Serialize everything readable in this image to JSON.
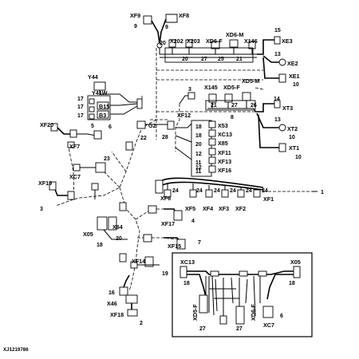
{
  "figure_id": "XJ1219786",
  "callouts": {
    "main": "1",
    "c2": "2",
    "c3": "3",
    "c4": "4",
    "c5": "5",
    "c6": "6",
    "c7": "7",
    "c8": "8",
    "c9a": "9",
    "c9b": "9",
    "c10a": "10",
    "c10b": "10",
    "c10c": "10",
    "c11a": "11",
    "c11b": "11",
    "c12a": "12",
    "c12b": "12",
    "c13a": "13",
    "c13b": "13",
    "c14": "14",
    "c15": "15",
    "c16": "16",
    "c17a": "17",
    "c17b": "17",
    "c17c": "17",
    "c18a": "18",
    "c18b": "18",
    "c18c": "18",
    "c18d": "18",
    "c19": "19",
    "c20a": "20",
    "c20b": "20",
    "c20c": "20",
    "c20d": "20",
    "c21a": "21",
    "c21b": "21",
    "c22": "22",
    "c23": "23",
    "c24a": "24",
    "c24b": "24",
    "c24c": "24",
    "c24d": "24",
    "c24e": "24",
    "c24f": "24",
    "c25": "25",
    "c26": "26",
    "c27a": "27",
    "c27b": "27",
    "c27c": "27",
    "c27d": "27",
    "c28": "28"
  },
  "connectors": {
    "XF9": "XF9",
    "XF8": "XF8",
    "X202": "X202",
    "X203": "X203",
    "XD6F": "XD6-F",
    "XD6M": "XD6-M",
    "X146": "X146",
    "XE3": "XE3",
    "XE2": "XE2",
    "XE1": "XE1",
    "Y44": "Y44",
    "Y41W": "Y41W",
    "B15": "B15",
    "B3": "B3",
    "X145": "X145",
    "XD5F": "XD5-F",
    "XD5M": "XD5-M",
    "XT3": "XT3",
    "XT2": "XT2",
    "XT1": "XT1",
    "XF12": "XF12",
    "G2": "G2",
    "X53": "X53",
    "XC13": "XC13",
    "X85": "X85",
    "XF11": "XF11",
    "XF13": "XF13",
    "XF16": "XF16",
    "XF20": "XF20",
    "XF7": "XF7",
    "XC7": "XC7",
    "XF19": "XF19",
    "XF6": "XF6",
    "XF5": "XF5",
    "XF4": "XF4",
    "XF3": "XF3",
    "XF2": "XF2",
    "XF1": "XF1",
    "XF17": "XF17",
    "X05": "X05",
    "X64": "X64",
    "XF15": "XF15",
    "XF14": "XF14",
    "X46": "X46",
    "XF18": "XF18",
    "inset_XC13": "XC13",
    "inset_X05": "X05",
    "inset_XD5F": "XD5-F",
    "inset_XD6F": "XD6-F",
    "inset_XC7": "XC7"
  }
}
